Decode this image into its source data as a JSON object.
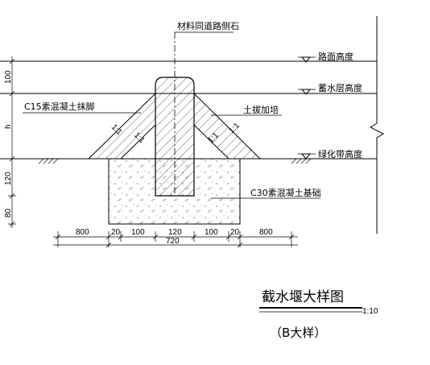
{
  "labels": {
    "top_callout": "材料同道路侧石",
    "road_level": "路面高度",
    "water_level": "蓄水层高度",
    "green_level": "绿化带高度",
    "fill_soil": "土拔加培",
    "c15_label": "C15素混凝土抹脚",
    "c30_label": "C30素混凝土基础",
    "slope_ratio": "1:1"
  },
  "dims_vertical": [
    "100",
    "h",
    "120",
    "80"
  ],
  "dims_horizontal": [
    "800",
    "20",
    "100",
    "120",
    "100",
    "20",
    "800"
  ],
  "dim_total": "720",
  "title": {
    "main": "截水堰大样图",
    "scale": "1:10",
    "sub": "（B大样）"
  }
}
